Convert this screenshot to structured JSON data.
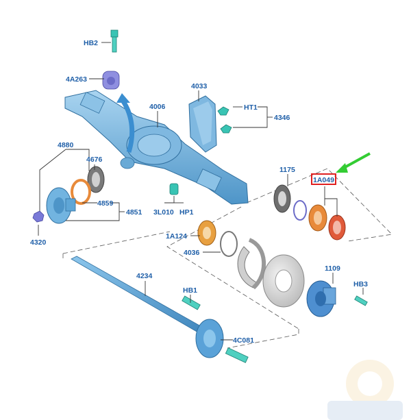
{
  "diagram": {
    "labels": {
      "hb2": "HB2",
      "p4a263": "4A263",
      "p4033": "4033",
      "p4006": "4006",
      "ht1": "HT1",
      "p4346": "4346",
      "p4880": "4880",
      "p4676": "4676",
      "p1175": "1175",
      "p1a049": "1A049",
      "p4859": "4859",
      "p4851": "4851",
      "p3l010": "3L010",
      "hp1": "HP1",
      "p4320": "4320",
      "p1a124": "1A124",
      "p4036": "4036",
      "p1109": "1109",
      "p4234": "4234",
      "hb1": "HB1",
      "hb3": "HB3",
      "p4c081": "4C081"
    },
    "highlighted_part": "1A049",
    "colors": {
      "label": "#1f5fa8",
      "highlight_box": "#e02020",
      "arrow": "#33cc33",
      "axle": "#6fb3df",
      "seal_orange": "#e88a3a",
      "seal_red": "#e05a3a"
    }
  }
}
